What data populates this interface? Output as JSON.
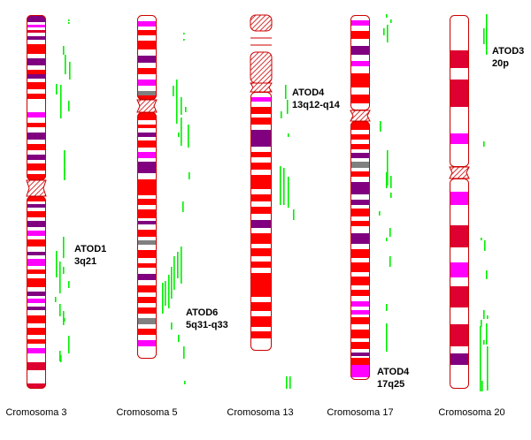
{
  "colors": {
    "red": "#ff0000",
    "crimson": "#dd0030",
    "magenta": "#ff00ff",
    "purple": "#800080",
    "gray": "#808080",
    "outline": "#cc0000",
    "green": "#00ee00",
    "white": "#ffffff"
  },
  "chromosomes": [
    {
      "name": "Cromosoma 3",
      "bands_top": [
        [
          "purple",
          0.0,
          8.0
        ],
        [
          "white",
          8.0,
          11.0
        ],
        [
          "magenta",
          11.0,
          14.0
        ],
        [
          "white",
          14.0,
          17.0
        ],
        [
          "crimson",
          17.0,
          20.0
        ],
        [
          "white",
          20.0,
          24.0
        ],
        [
          "purple",
          24.0,
          28.0
        ],
        [
          "white",
          28.0,
          33.0
        ],
        [
          "red",
          33.0,
          44.0
        ],
        [
          "white",
          44.0,
          49.0
        ],
        [
          "purple",
          49.0,
          57.0
        ],
        [
          "white",
          57.0,
          62.0
        ],
        [
          "red",
          62.0,
          67.0
        ],
        [
          "purple",
          67.0,
          72.0
        ],
        [
          "white",
          72.0,
          76.0
        ],
        [
          "red",
          76.0,
          84.0
        ],
        [
          "white",
          84.0,
          89.0
        ],
        [
          "red",
          89.0,
          95.0
        ],
        [
          "white",
          95.0,
          110.0
        ],
        [
          "magenta",
          110.0,
          116.0
        ],
        [
          "white",
          116.0,
          122.0
        ],
        [
          "red",
          122.0,
          127.0
        ],
        [
          "white",
          127.0,
          133.0
        ],
        [
          "purple",
          133.0,
          141.0
        ],
        [
          "white",
          141.0,
          146.0
        ],
        [
          "red",
          146.0,
          153.0
        ],
        [
          "white",
          153.0,
          158.0
        ],
        [
          "purple",
          158.0,
          164.0
        ],
        [
          "white",
          164.0,
          168.0
        ],
        [
          "red",
          168.0,
          176.0
        ],
        [
          "white",
          176.0,
          180.0
        ],
        [
          "red",
          180.0,
          187.0
        ]
      ],
      "bands_bottom": [
        [
          "red",
          0.0,
          6.0
        ],
        [
          "white",
          6.0,
          9.0
        ],
        [
          "purple",
          9.0,
          13.0
        ],
        [
          "white",
          13.0,
          17.0
        ],
        [
          "red",
          17.0,
          24.0
        ],
        [
          "white",
          24.0,
          28.0
        ],
        [
          "purple",
          28.0,
          35.0
        ],
        [
          "white",
          35.0,
          39.0
        ],
        [
          "magenta",
          39.0,
          45.0
        ],
        [
          "white",
          45.0,
          49.0
        ],
        [
          "red",
          49.0,
          57.0
        ],
        [
          "white",
          57.0,
          63.0
        ],
        [
          "purple",
          63.0,
          67.0
        ],
        [
          "white",
          67.0,
          71.0
        ],
        [
          "magenta",
          71.0,
          79.0
        ],
        [
          "white",
          79.0,
          83.0
        ],
        [
          "red",
          83.0,
          88.0
        ],
        [
          "white",
          88.0,
          93.0
        ],
        [
          "red",
          93.0,
          103.0
        ],
        [
          "white",
          103.0,
          108.0
        ],
        [
          "purple",
          108.0,
          113.0
        ],
        [
          "white",
          113.0,
          116.0
        ],
        [
          "magenta",
          116.0,
          121.0
        ],
        [
          "white",
          121.0,
          125.0
        ],
        [
          "purple",
          125.0,
          129.0
        ],
        [
          "white",
          129.0,
          135.0
        ],
        [
          "red",
          135.0,
          144.0
        ],
        [
          "white",
          144.0,
          149.0
        ],
        [
          "red",
          149.0,
          157.0
        ],
        [
          "white",
          157.0,
          162.0
        ],
        [
          "red",
          162.0,
          167.0
        ],
        [
          "white",
          167.0,
          172.0
        ],
        [
          "magenta",
          172.0,
          178.0
        ],
        [
          "white",
          178.0,
          188.0
        ],
        [
          "crimson",
          188.0,
          197.0
        ],
        [
          "white",
          197.0,
          212.0
        ],
        [
          "crimson",
          212.0,
          218.0
        ]
      ]
    },
    {
      "name": "Cromosoma 5",
      "bands_top": [
        [
          "white",
          0.0,
          7.0
        ],
        [
          "magenta",
          7.0,
          13.0
        ],
        [
          "white",
          13.0,
          17.0
        ],
        [
          "red",
          17.0,
          23.0
        ],
        [
          "white",
          23.0,
          29.0
        ],
        [
          "red",
          29.0,
          39.0
        ],
        [
          "white",
          39.0,
          46.0
        ],
        [
          "purple",
          46.0,
          54.0
        ],
        [
          "white",
          54.0,
          60.0
        ],
        [
          "red",
          60.0,
          67.0
        ],
        [
          "white",
          67.0,
          73.0
        ],
        [
          "magenta",
          73.0,
          80.0
        ],
        [
          "white",
          80.0,
          86.0
        ],
        [
          "gray",
          86.0,
          91.0
        ],
        [
          "red",
          91.0,
          96.0
        ]
      ],
      "bands_bottom": [
        [
          "red",
          0.0,
          9.0
        ],
        [
          "white",
          9.0,
          14.0
        ],
        [
          "red",
          14.0,
          18.0
        ],
        [
          "white",
          18.0,
          23.0
        ],
        [
          "purple",
          23.0,
          28.0
        ],
        [
          "white",
          28.0,
          32.0
        ],
        [
          "red",
          32.0,
          40.0
        ],
        [
          "white",
          40.0,
          45.0
        ],
        [
          "magenta",
          45.0,
          52.0
        ],
        [
          "white",
          52.0,
          56.0
        ],
        [
          "purple",
          56.0,
          69.0
        ],
        [
          "white",
          69.0,
          76.0
        ],
        [
          "red",
          76.0,
          94.0
        ],
        [
          "white",
          94.0,
          98.0
        ],
        [
          "red",
          98.0,
          105.0
        ],
        [
          "white",
          105.0,
          110.0
        ],
        [
          "red",
          110.0,
          120.0
        ],
        [
          "white",
          120.0,
          123.0
        ],
        [
          "purple",
          123.0,
          127.0
        ],
        [
          "white",
          127.0,
          133.0
        ],
        [
          "red",
          133.0,
          141.0
        ],
        [
          "white",
          141.0,
          145.0
        ],
        [
          "gray",
          145.0,
          150.0
        ],
        [
          "white",
          150.0,
          156.0
        ],
        [
          "red",
          156.0,
          165.0
        ],
        [
          "white",
          165.0,
          171.0
        ],
        [
          "red",
          171.0,
          176.0
        ],
        [
          "white",
          176.0,
          183.0
        ],
        [
          "purple",
          183.0,
          190.0
        ],
        [
          "white",
          190.0,
          196.0
        ],
        [
          "red",
          196.0,
          204.0
        ],
        [
          "white",
          204.0,
          209.0
        ],
        [
          "red",
          209.0,
          216.0
        ],
        [
          "white",
          216.0,
          221.0
        ],
        [
          "red",
          221.0,
          228.0
        ],
        [
          "white",
          228.0,
          233.0
        ],
        [
          "gray",
          233.0,
          240.0
        ],
        [
          "white",
          240.0,
          245.0
        ],
        [
          "red",
          245.0,
          252.0
        ],
        [
          "white",
          252.0,
          258.0
        ],
        [
          "magenta",
          258.0,
          265.0
        ],
        [
          "white",
          265.0,
          279.0
        ]
      ]
    },
    {
      "name": "Cromosoma 13",
      "bands_bottom": [
        [
          "white",
          0.0,
          6.0
        ],
        [
          "magenta",
          6.0,
          11.0
        ],
        [
          "white",
          11.0,
          17.0
        ],
        [
          "red",
          17.0,
          25.0
        ],
        [
          "white",
          25.0,
          29.0
        ],
        [
          "red",
          29.0,
          37.0
        ],
        [
          "white",
          37.0,
          43.0
        ],
        [
          "purple",
          43.0,
          62.0
        ],
        [
          "white",
          62.0,
          68.0
        ],
        [
          "red",
          68.0,
          74.0
        ],
        [
          "white",
          74.0,
          80.0
        ],
        [
          "red",
          80.0,
          88.0
        ],
        [
          "white",
          88.0,
          94.0
        ],
        [
          "red",
          94.0,
          110.0
        ],
        [
          "white",
          110.0,
          116.0
        ],
        [
          "red",
          116.0,
          124.0
        ],
        [
          "white",
          124.0,
          130.0
        ],
        [
          "red",
          130.0,
          138.0
        ],
        [
          "white",
          138.0,
          145.0
        ],
        [
          "purple",
          145.0,
          154.0
        ],
        [
          "white",
          154.0,
          160.0
        ],
        [
          "red",
          160.0,
          172.0
        ],
        [
          "white",
          172.0,
          177.0
        ],
        [
          "red",
          177.0,
          186.0
        ],
        [
          "white",
          186.0,
          192.0
        ],
        [
          "red",
          192.0,
          199.0
        ],
        [
          "white",
          199.0,
          205.0
        ],
        [
          "red",
          205.0,
          232.0
        ],
        [
          "white",
          232.0,
          238.0
        ],
        [
          "red",
          238.0,
          248.0
        ],
        [
          "white",
          248.0,
          254.0
        ],
        [
          "red",
          254.0,
          266.0
        ],
        [
          "white",
          266.0,
          271.0
        ],
        [
          "red",
          271.0,
          279.0
        ],
        [
          "white",
          279.0,
          293.0
        ]
      ]
    },
    {
      "name": "Cromosoma 17",
      "bands_top": [
        [
          "white",
          0.0,
          6.0
        ],
        [
          "magenta",
          6.0,
          12.0
        ],
        [
          "white",
          12.0,
          18.0
        ],
        [
          "red",
          18.0,
          27.0
        ],
        [
          "white",
          27.0,
          35.0
        ],
        [
          "purple",
          35.0,
          45.0
        ],
        [
          "white",
          45.0,
          52.0
        ],
        [
          "magenta",
          52.0,
          58.0
        ],
        [
          "white",
          58.0,
          66.0
        ],
        [
          "red",
          66.0,
          82.0
        ],
        [
          "white",
          82.0,
          90.0
        ],
        [
          "red",
          90.0,
          100.0
        ],
        [
          "white",
          100.0,
          108.0
        ]
      ],
      "bands_bottom": [
        [
          "red",
          0.0,
          10.0
        ],
        [
          "white",
          10.0,
          15.0
        ],
        [
          "red",
          15.0,
          21.0
        ],
        [
          "white",
          21.0,
          26.0
        ],
        [
          "red",
          26.0,
          32.0
        ],
        [
          "white",
          32.0,
          36.0
        ],
        [
          "purple",
          36.0,
          42.0
        ],
        [
          "white",
          42.0,
          46.0
        ],
        [
          "gray",
          46.0,
          53.0
        ],
        [
          "white",
          53.0,
          57.0
        ],
        [
          "red",
          57.0,
          63.0
        ],
        [
          "white",
          63.0,
          69.0
        ],
        [
          "purple",
          69.0,
          83.0
        ],
        [
          "white",
          83.0,
          89.0
        ],
        [
          "purple",
          89.0,
          95.0
        ],
        [
          "white",
          95.0,
          99.0
        ],
        [
          "red",
          99.0,
          108.0
        ],
        [
          "white",
          108.0,
          113.0
        ],
        [
          "red",
          113.0,
          119.0
        ],
        [
          "white",
          119.0,
          127.0
        ],
        [
          "purple",
          127.0,
          139.0
        ],
        [
          "white",
          139.0,
          145.0
        ],
        [
          "red",
          145.0,
          155.0
        ],
        [
          "white",
          155.0,
          160.0
        ],
        [
          "red",
          160.0,
          171.0
        ],
        [
          "white",
          171.0,
          176.0
        ],
        [
          "red",
          176.0,
          186.0
        ],
        [
          "white",
          186.0,
          191.0
        ],
        [
          "red",
          191.0,
          198.0
        ],
        [
          "white",
          198.0,
          204.0
        ],
        [
          "magenta",
          204.0,
          210.0
        ],
        [
          "white",
          210.0,
          214.0
        ],
        [
          "magenta",
          214.0,
          219.0
        ],
        [
          "white",
          219.0,
          222.0
        ],
        [
          "red",
          222.0,
          230.0
        ],
        [
          "white",
          230.0,
          236.0
        ],
        [
          "red",
          236.0,
          246.0
        ],
        [
          "white",
          246.0,
          250.0
        ],
        [
          "red",
          250.0,
          258.0
        ],
        [
          "white",
          258.0,
          262.0
        ],
        [
          "purple",
          262.0,
          266.0
        ],
        [
          "white",
          266.0,
          268.0
        ],
        [
          "red",
          268.0,
          276.0
        ],
        [
          "magenta",
          276.0,
          290.0
        ]
      ]
    },
    {
      "name": "Cromosoma 20",
      "bands_top": [
        [
          "white",
          0.0,
          40.0
        ],
        [
          "crimson",
          40.0,
          60.0
        ],
        [
          "white",
          60.0,
          73.0
        ],
        [
          "crimson",
          73.0,
          104.0
        ],
        [
          "white",
          104.0,
          134.0
        ],
        [
          "magenta",
          134.0,
          146.0
        ],
        [
          "white",
          146.0,
          172.0
        ]
      ],
      "bands_bottom": [
        [
          "white",
          0.0,
          15.0
        ],
        [
          "magenta",
          15.0,
          30.0
        ],
        [
          "white",
          30.0,
          53.0
        ],
        [
          "crimson",
          53.0,
          78.0
        ],
        [
          "white",
          78.0,
          95.0
        ],
        [
          "magenta",
          95.0,
          112.0
        ],
        [
          "white",
          112.0,
          122.0
        ],
        [
          "crimson",
          122.0,
          146.0
        ],
        [
          "white",
          146.0,
          165.0
        ],
        [
          "crimson",
          165.0,
          190.0
        ],
        [
          "white",
          190.0,
          198.0
        ],
        [
          "purple",
          198.0,
          211.0
        ],
        [
          "white",
          211.0,
          242.0
        ]
      ]
    }
  ],
  "genes": [
    {
      "name": "ATOD1",
      "locus": "3q21"
    },
    {
      "name": "ATOD6",
      "locus": "5q31-q33"
    },
    {
      "name": "ATOD4",
      "locus": "13q12-q14"
    },
    {
      "name": "ATOD4",
      "locus": "17q25"
    },
    {
      "name": "ATOD3",
      "locus": "20p"
    }
  ]
}
